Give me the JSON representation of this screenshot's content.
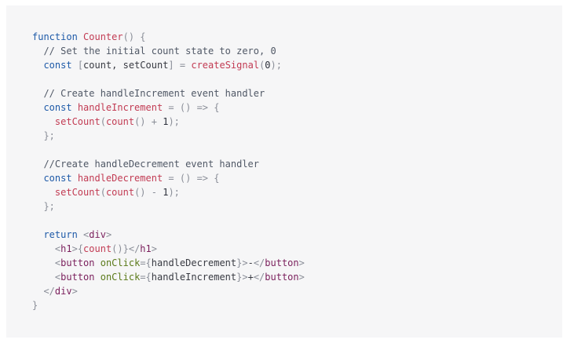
{
  "theme": {
    "background": "#f6f6f7",
    "keyword": "#1e5aa8",
    "function": "#c23b53",
    "comment": "#505866",
    "punctuation": "#8a8e98",
    "number": "#2b2f3a",
    "tag": "#7a1f5c",
    "attribute": "#5b7a1a",
    "plain": "#383a42"
  },
  "code": {
    "lines": [
      [
        [
          "keyword",
          "function"
        ],
        [
          "plain",
          " "
        ],
        [
          "function",
          "Counter"
        ],
        [
          "punct",
          "() {"
        ]
      ],
      [
        [
          "plain",
          "  "
        ],
        [
          "comment",
          "// Set the initial count state to zero, 0"
        ]
      ],
      [
        [
          "plain",
          "  "
        ],
        [
          "keyword",
          "const"
        ],
        [
          "plain",
          " "
        ],
        [
          "punct",
          "["
        ],
        [
          "plain",
          "count, setCount"
        ],
        [
          "punct",
          "]"
        ],
        [
          "plain",
          " "
        ],
        [
          "punct",
          "="
        ],
        [
          "plain",
          " "
        ],
        [
          "function",
          "createSignal"
        ],
        [
          "punct",
          "("
        ],
        [
          "number",
          "0"
        ],
        [
          "punct",
          ");"
        ]
      ],
      [],
      [
        [
          "plain",
          "  "
        ],
        [
          "comment",
          "// Create handleIncrement event handler"
        ]
      ],
      [
        [
          "plain",
          "  "
        ],
        [
          "keyword",
          "const"
        ],
        [
          "plain",
          " "
        ],
        [
          "function",
          "handleIncrement"
        ],
        [
          "plain",
          " "
        ],
        [
          "punct",
          "="
        ],
        [
          "plain",
          " "
        ],
        [
          "punct",
          "()"
        ],
        [
          "plain",
          " "
        ],
        [
          "punct",
          "=>"
        ],
        [
          "plain",
          " "
        ],
        [
          "punct",
          "{"
        ]
      ],
      [
        [
          "plain",
          "    "
        ],
        [
          "function",
          "setCount"
        ],
        [
          "punct",
          "("
        ],
        [
          "function",
          "count"
        ],
        [
          "punct",
          "()"
        ],
        [
          "plain",
          " "
        ],
        [
          "punct",
          "+"
        ],
        [
          "plain",
          " "
        ],
        [
          "number",
          "1"
        ],
        [
          "punct",
          ");"
        ]
      ],
      [
        [
          "plain",
          "  "
        ],
        [
          "punct",
          "};"
        ]
      ],
      [],
      [
        [
          "plain",
          "  "
        ],
        [
          "comment",
          "//Create handleDecrement event handler"
        ]
      ],
      [
        [
          "plain",
          "  "
        ],
        [
          "keyword",
          "const"
        ],
        [
          "plain",
          " "
        ],
        [
          "function",
          "handleDecrement"
        ],
        [
          "plain",
          " "
        ],
        [
          "punct",
          "="
        ],
        [
          "plain",
          " "
        ],
        [
          "punct",
          "()"
        ],
        [
          "plain",
          " "
        ],
        [
          "punct",
          "=>"
        ],
        [
          "plain",
          " "
        ],
        [
          "punct",
          "{"
        ]
      ],
      [
        [
          "plain",
          "    "
        ],
        [
          "function",
          "setCount"
        ],
        [
          "punct",
          "("
        ],
        [
          "function",
          "count"
        ],
        [
          "punct",
          "()"
        ],
        [
          "plain",
          " "
        ],
        [
          "punct",
          "-"
        ],
        [
          "plain",
          " "
        ],
        [
          "number",
          "1"
        ],
        [
          "punct",
          ");"
        ]
      ],
      [
        [
          "plain",
          "  "
        ],
        [
          "punct",
          "};"
        ]
      ],
      [],
      [
        [
          "plain",
          "  "
        ],
        [
          "keyword",
          "return"
        ],
        [
          "plain",
          " "
        ],
        [
          "punct",
          "<"
        ],
        [
          "tag",
          "div"
        ],
        [
          "punct",
          ">"
        ]
      ],
      [
        [
          "plain",
          "    "
        ],
        [
          "punct",
          "<"
        ],
        [
          "tag",
          "h1"
        ],
        [
          "punct",
          ">{"
        ],
        [
          "function",
          "count"
        ],
        [
          "punct",
          "()}</"
        ],
        [
          "tag",
          "h1"
        ],
        [
          "punct",
          ">"
        ]
      ],
      [
        [
          "plain",
          "    "
        ],
        [
          "punct",
          "<"
        ],
        [
          "tag",
          "button"
        ],
        [
          "plain",
          " "
        ],
        [
          "attr",
          "onClick"
        ],
        [
          "punct",
          "={"
        ],
        [
          "plain",
          "handleDecrement"
        ],
        [
          "punct",
          "}>"
        ],
        [
          "plain",
          "-"
        ],
        [
          "punct",
          "</"
        ],
        [
          "tag",
          "button"
        ],
        [
          "punct",
          ">"
        ]
      ],
      [
        [
          "plain",
          "    "
        ],
        [
          "punct",
          "<"
        ],
        [
          "tag",
          "button"
        ],
        [
          "plain",
          " "
        ],
        [
          "attr",
          "onClick"
        ],
        [
          "punct",
          "={"
        ],
        [
          "plain",
          "handleIncrement"
        ],
        [
          "punct",
          "}>"
        ],
        [
          "plain",
          "+"
        ],
        [
          "punct",
          "</"
        ],
        [
          "tag",
          "button"
        ],
        [
          "punct",
          ">"
        ]
      ],
      [
        [
          "plain",
          "  "
        ],
        [
          "punct",
          "</"
        ],
        [
          "tag",
          "div"
        ],
        [
          "punct",
          ">"
        ]
      ],
      [
        [
          "punct",
          "}"
        ]
      ]
    ]
  }
}
